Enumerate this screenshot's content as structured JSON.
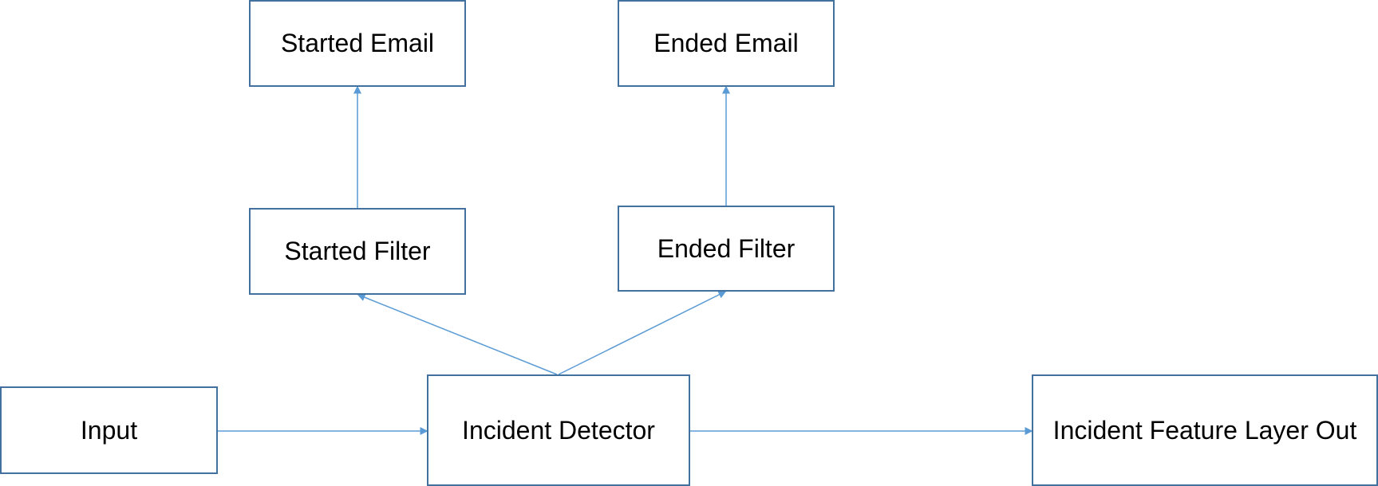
{
  "diagram": {
    "colors": {
      "box_border": "#41719c",
      "arrow": "#5b9bd5",
      "text": "#000000",
      "background": "#ffffff"
    },
    "nodes": {
      "started_email": "Started Email",
      "ended_email": "Ended Email",
      "started_filter": "Started Filter",
      "ended_filter": "Ended Filter",
      "input": "Input",
      "incident_detector": "Incident Detector",
      "output": "Incident Feature Layer Out"
    },
    "edges": [
      {
        "from": "input",
        "to": "incident_detector"
      },
      {
        "from": "incident_detector",
        "to": "output"
      },
      {
        "from": "incident_detector",
        "to": "started_filter"
      },
      {
        "from": "incident_detector",
        "to": "ended_filter"
      },
      {
        "from": "started_filter",
        "to": "started_email"
      },
      {
        "from": "ended_filter",
        "to": "ended_email"
      }
    ]
  }
}
